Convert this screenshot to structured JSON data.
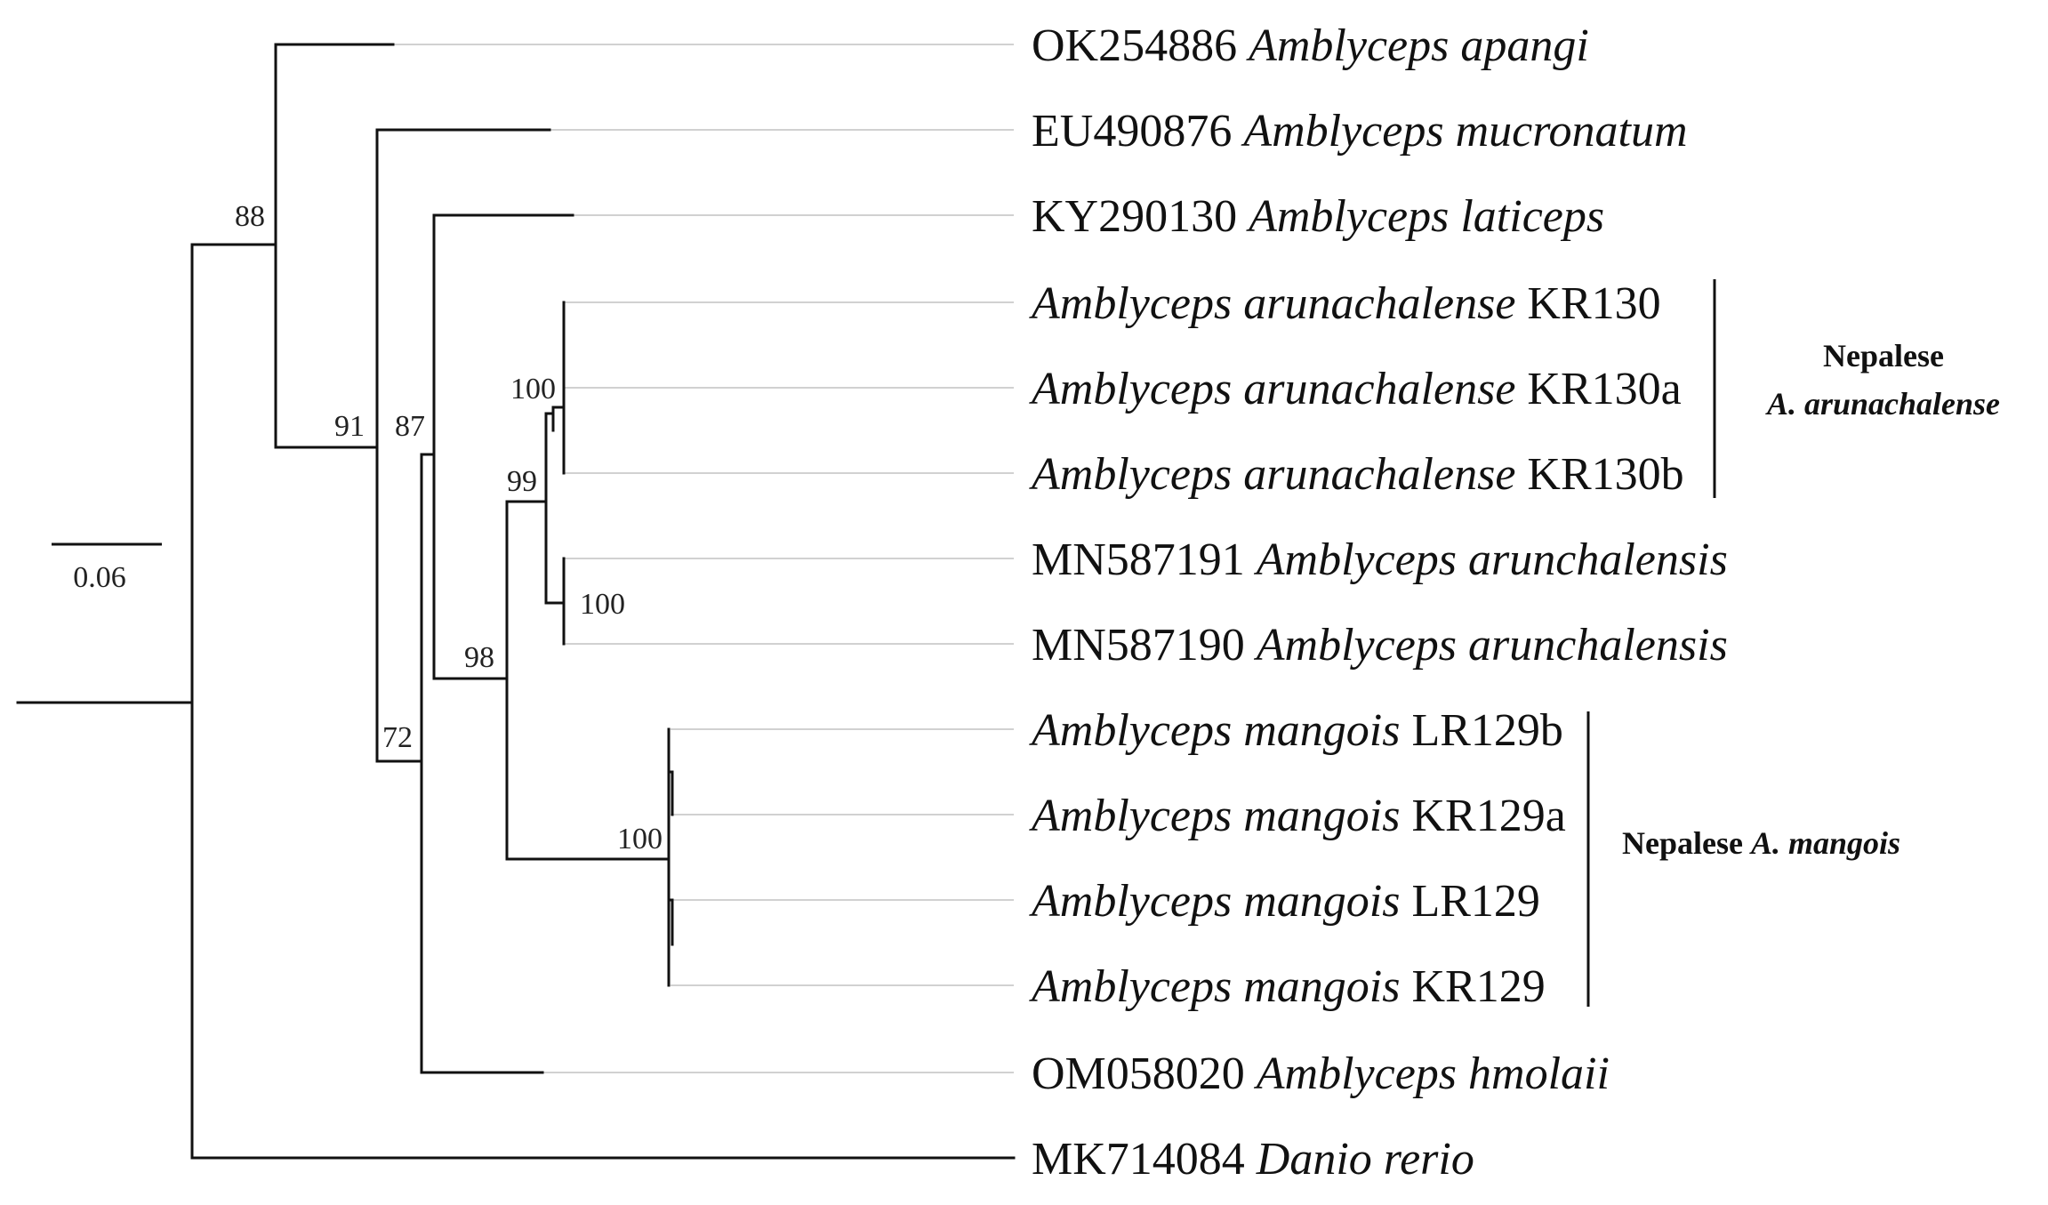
{
  "tips": [
    {
      "id": "t1",
      "accession": "OK254886",
      "species": "Amblyceps apangi",
      "order": "acc-first"
    },
    {
      "id": "t2",
      "accession": "EU490876",
      "species": "Amblyceps mucronatum",
      "order": "acc-first"
    },
    {
      "id": "t3",
      "accession": "KY290130",
      "species": "Amblyceps laticeps",
      "order": "acc-first"
    },
    {
      "id": "t4",
      "accession": "KR130",
      "species": "Amblyceps arunachalense",
      "order": "sp-first"
    },
    {
      "id": "t5",
      "accession": "KR130a",
      "species": "Amblyceps arunachalense",
      "order": "sp-first"
    },
    {
      "id": "t6",
      "accession": "KR130b",
      "species": "Amblyceps arunachalense",
      "order": "sp-first"
    },
    {
      "id": "t7",
      "accession": "MN587191",
      "species": "Amblyceps arunchalensis",
      "order": "acc-first"
    },
    {
      "id": "t8",
      "accession": "MN587190",
      "species": "Amblyceps arunchalensis",
      "order": "acc-first"
    },
    {
      "id": "t9",
      "accession": "LR129b",
      "species": "Amblyceps mangois",
      "order": "sp-first"
    },
    {
      "id": "t10",
      "accession": "KR129a",
      "species": "Amblyceps mangois",
      "order": "sp-first"
    },
    {
      "id": "t11",
      "accession": "LR129",
      "species": "Amblyceps mangois",
      "order": "sp-first"
    },
    {
      "id": "t12",
      "accession": "KR129",
      "species": "Amblyceps mangois",
      "order": "sp-first"
    },
    {
      "id": "t13",
      "accession": "OM058020",
      "species": "Amblyceps hmolaii",
      "order": "acc-first"
    },
    {
      "id": "t14",
      "accession": "MK714084",
      "species": "Danio rerio",
      "order": "acc-first"
    }
  ],
  "support_values": {
    "apangi_node": "88",
    "mucronatum_node": "91",
    "laticeps_node": "87",
    "hmolaii_node": "72",
    "ingroup_node": "98",
    "arunachalense_group_node": "99",
    "nepalese_arunachalense_node": "100",
    "arunchalensis_node": "100",
    "mangois_node": "100"
  },
  "scale_bar": {
    "label": "0.06"
  },
  "clades": {
    "arunachalense": {
      "line1": "Nepalese",
      "line2": "A. arunachalense"
    },
    "mangois": {
      "prefix": "Nepalese ",
      "species": "A. mangois"
    }
  }
}
